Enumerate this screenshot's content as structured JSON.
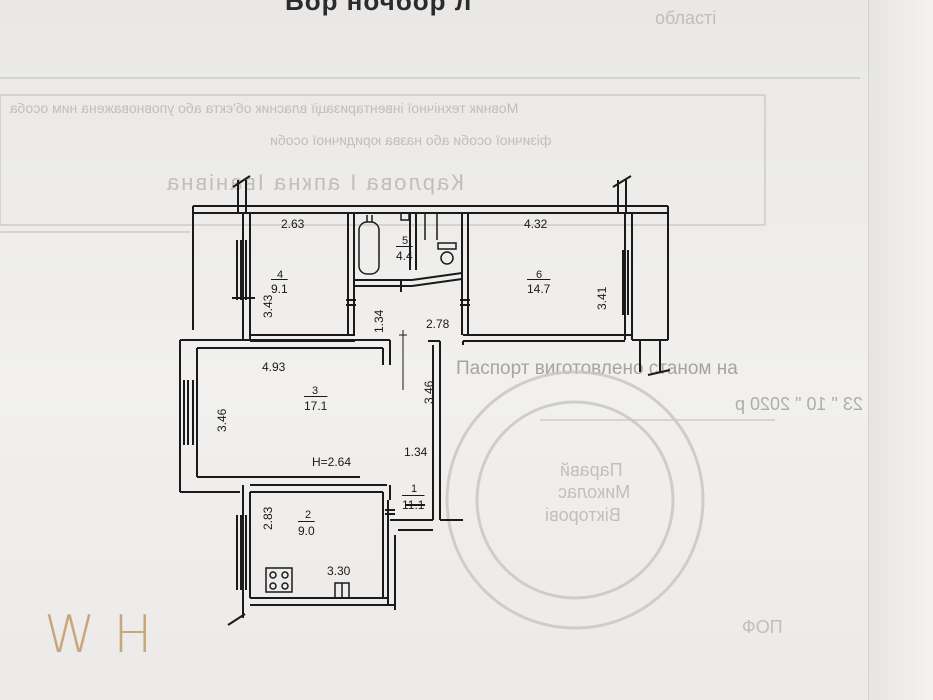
{
  "header": {
    "top_text": "Бор  ночбор  л"
  },
  "background_text": {
    "line1": "області",
    "line2": "Мовник технічної інвентаризації власник об'єкта або уповноважена ним особа",
    "line3": "фізичної особи або назва юридичної особи",
    "line4": "Карлова І апкна Іванівна",
    "line5": "Паспорт виготовлено станом на",
    "line6": "23  \"  10  \"  2020 р",
    "stamp1": "Паравй",
    "stamp2": "Миколас",
    "stamp3": "Вікторові",
    "footer": "ПОФ"
  },
  "rooms": [
    {
      "num": "1",
      "area": "11.1"
    },
    {
      "num": "2",
      "area": "9.0"
    },
    {
      "num": "3",
      "area": "17.1"
    },
    {
      "num": "4",
      "area": "9.1"
    },
    {
      "num": "5",
      "area": "4.4"
    },
    {
      "num": "6",
      "area": "14.7"
    }
  ],
  "dimensions": {
    "d263": "2.63",
    "d432": "4.32",
    "d343": "3.43",
    "d134a": "1.34",
    "d278": "2.78",
    "d341": "3.41",
    "d493": "4.93",
    "d346a": "3.46",
    "d346b": "3.46",
    "d134b": "1.34",
    "d283": "2.83",
    "d330": "3.30"
  },
  "ceiling_height": "H=2.64",
  "logo": "WH",
  "colors": {
    "ink": "#1a1a1a",
    "paper": "#ecebea",
    "logo": "#c8a77d",
    "ghost": "#b3b0ad"
  }
}
